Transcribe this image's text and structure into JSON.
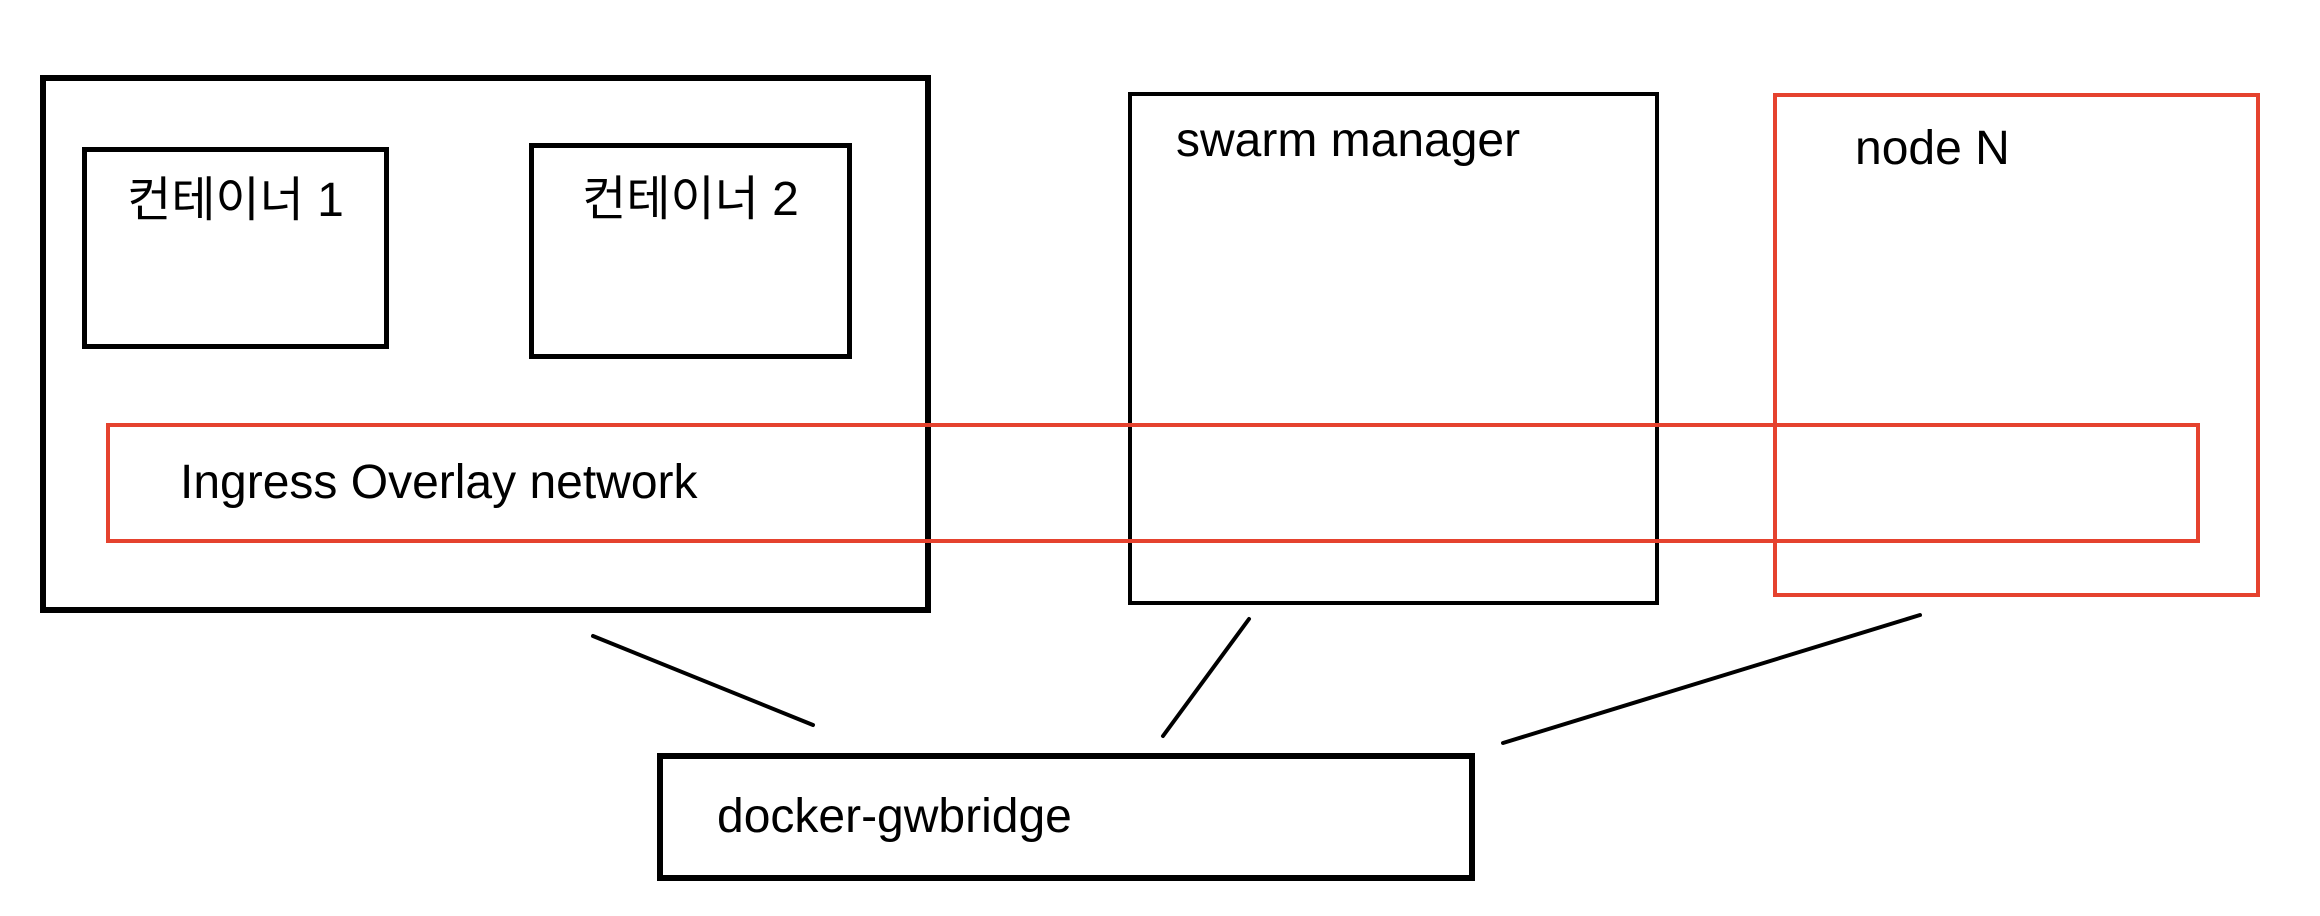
{
  "diagram": {
    "background": "#ffffff",
    "colors": {
      "box_border": "#000000",
      "highlight_border": "#e5422e",
      "text": "#000000",
      "connector": "#000000"
    },
    "nodes": {
      "container1": "컨테이너 1",
      "container2": "컨테이너 2",
      "ingress": "Ingress Overlay network",
      "swarm_manager": "swarm manager",
      "node_n": "node N",
      "gwbridge": "docker-gwbridge"
    },
    "connectors": [
      {
        "from": "worker-host-box",
        "to": "docker-gwbridge-box"
      },
      {
        "from": "swarm-manager-box",
        "to": "docker-gwbridge-box"
      },
      {
        "from": "node-n-box",
        "to": "docker-gwbridge-box"
      }
    ]
  }
}
